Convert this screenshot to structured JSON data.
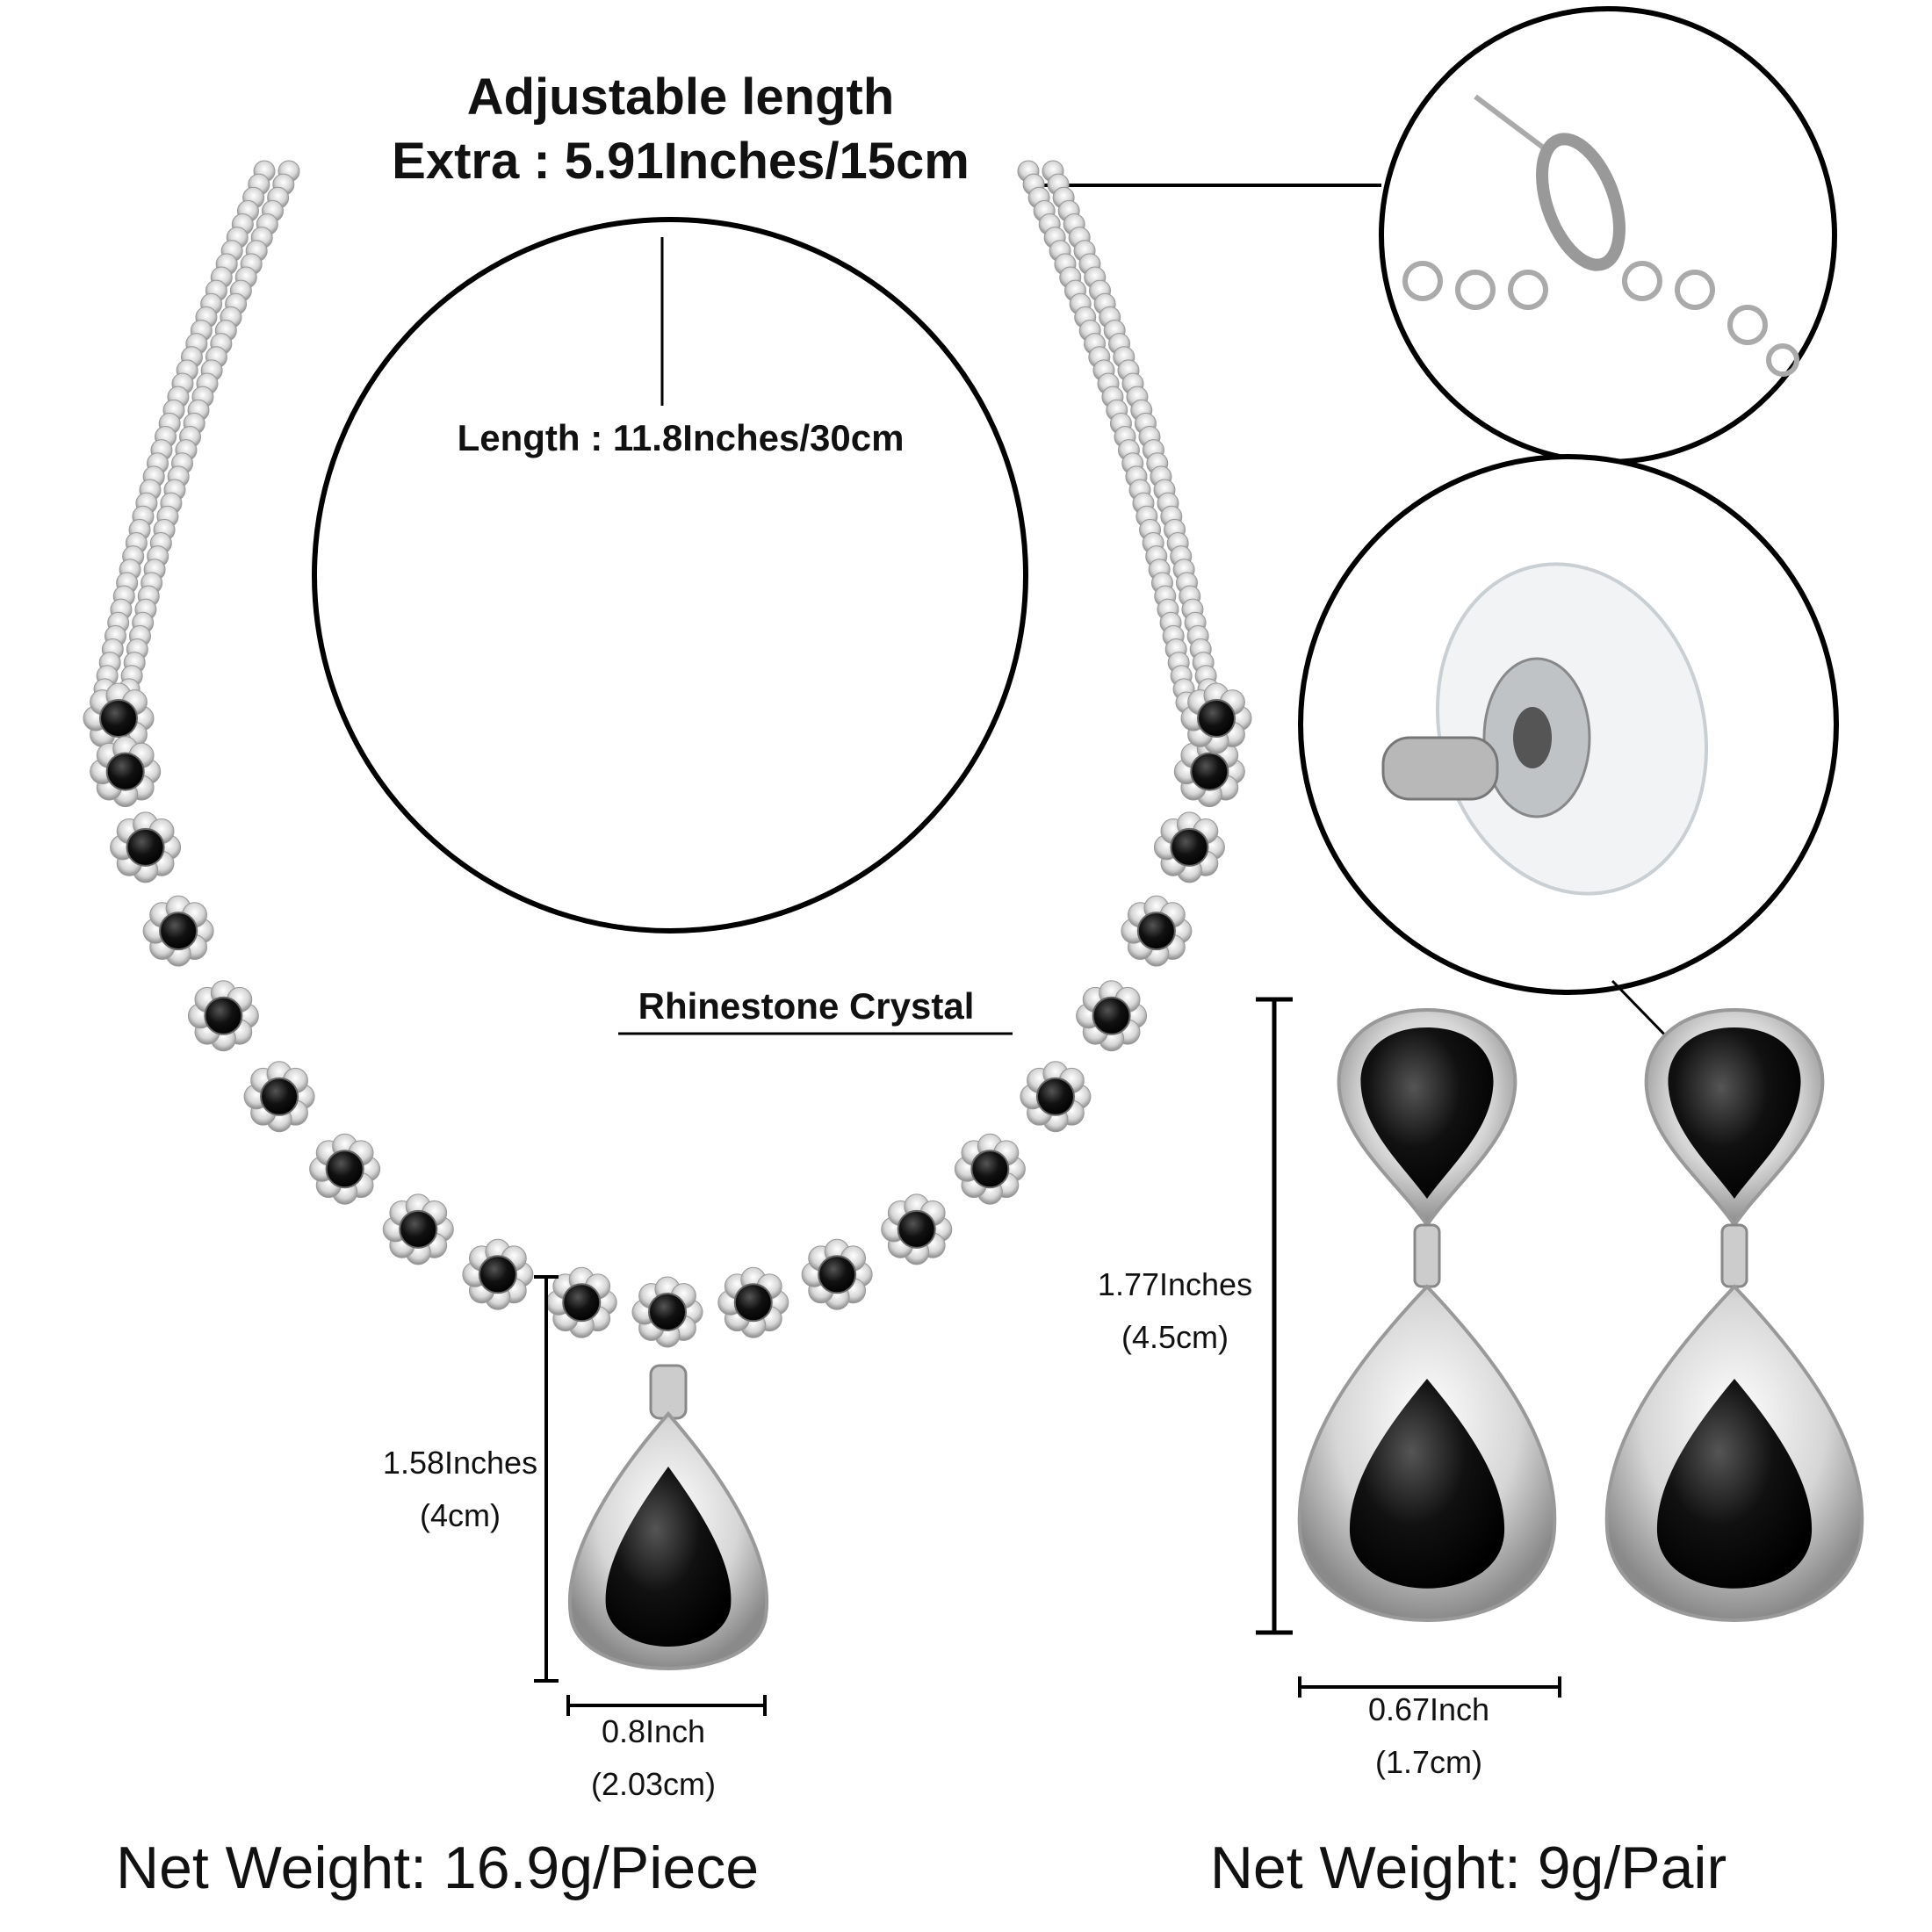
{
  "header": {
    "title_line1": "Adjustable length",
    "title_line2": "Extra : 5.91Inches/15cm"
  },
  "necklace": {
    "length_label": "Length : 11.8Inches/30cm",
    "material_label": "Rhinestone Crystal",
    "pendant_height": "1.58Inches",
    "pendant_height_cm": "(4cm)",
    "pendant_width": "0.8Inch",
    "pendant_width_cm": "(2.03cm)",
    "net_weight": "Net Weight: 16.9g/Piece"
  },
  "earrings": {
    "height": "1.77Inches",
    "height_cm": "(4.5cm)",
    "width": "0.67Inch",
    "width_cm": "(1.7cm)",
    "net_weight": "Net Weight: 9g/Pair"
  },
  "colors": {
    "stone": "#0a0a0a",
    "silver": "#c8c8c8",
    "line": "#000000"
  }
}
